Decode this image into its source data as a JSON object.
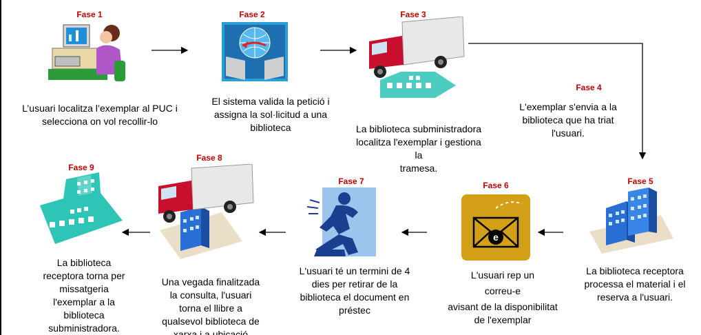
{
  "phases": [
    {
      "label": "Fase 1",
      "icon": "user-at-computer-icon",
      "lines": [
        "L’usuari localitza l’exemplar al PUC i",
        "selecciona on vol recollir-lo"
      ]
    },
    {
      "label": "Fase 2",
      "icon": "network-request-icon",
      "lines": [
        "El sistema valida la petició i",
        "assigna la sol·licitud a una",
        "biblioteca"
      ]
    },
    {
      "label": "Fase 3",
      "icon": "delivery-truck-icon",
      "lines": [
        "La biblioteca subministradora",
        "localitza l'exemplar i gestiona",
        "la",
        "tramesa."
      ]
    },
    {
      "label": "Fase 4",
      "icon": "",
      "lines": [
        "L'exemplar s'envia a la",
        "biblioteca que ha triat",
        "l'usuari."
      ]
    },
    {
      "label": "Fase 5",
      "icon": "library-building-icon",
      "lines": [
        "La biblioteca receptora",
        "processa el material i  el",
        "reserva a l'usuari."
      ]
    },
    {
      "label": "Fase 6",
      "icon": "email-envelope-icon",
      "lines": [
        "L'usuari rep un",
        "correu-e",
        "avisant de la disponibilitat",
        "de l'exemplar"
      ]
    },
    {
      "label": "Fase 7",
      "icon": "running-person-icon",
      "lines": [
        "L'usuari té un termini de 4",
        "dies per retirar de la",
        "biblioteca el document en",
        "préstec"
      ]
    },
    {
      "label": "Fase 8",
      "icon": "delivery-truck-icon",
      "lines": [
        "Una vegada finalitzada",
        "la consulta, l'usuari",
        "torna el llibre a",
        "qualsevol biblioteca de",
        "xarxa i a ubicació"
      ]
    },
    {
      "label": "Fase 9",
      "icon": "library-building-icon",
      "lines": [
        "La biblioteca",
        "receptora torna per",
        "missatgeria",
        "l'exemplar a la",
        "biblioteca",
        "subministradora."
      ]
    }
  ],
  "colors": {
    "phase_label": "#c00000",
    "truck_red": "#c8102e",
    "building_teal": "#2ec4b6",
    "building_blue": "#2a6fd6",
    "envelope_gold": "#d4a017"
  }
}
